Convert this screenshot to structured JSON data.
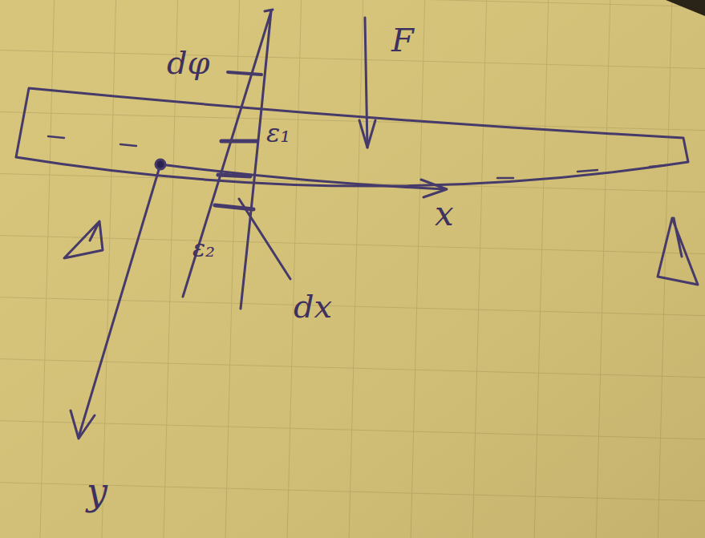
{
  "diagram": {
    "labels": [
      "dφ",
      "F",
      "ε₁",
      "ε₂",
      "dx",
      "x",
      "y"
    ]
  }
}
